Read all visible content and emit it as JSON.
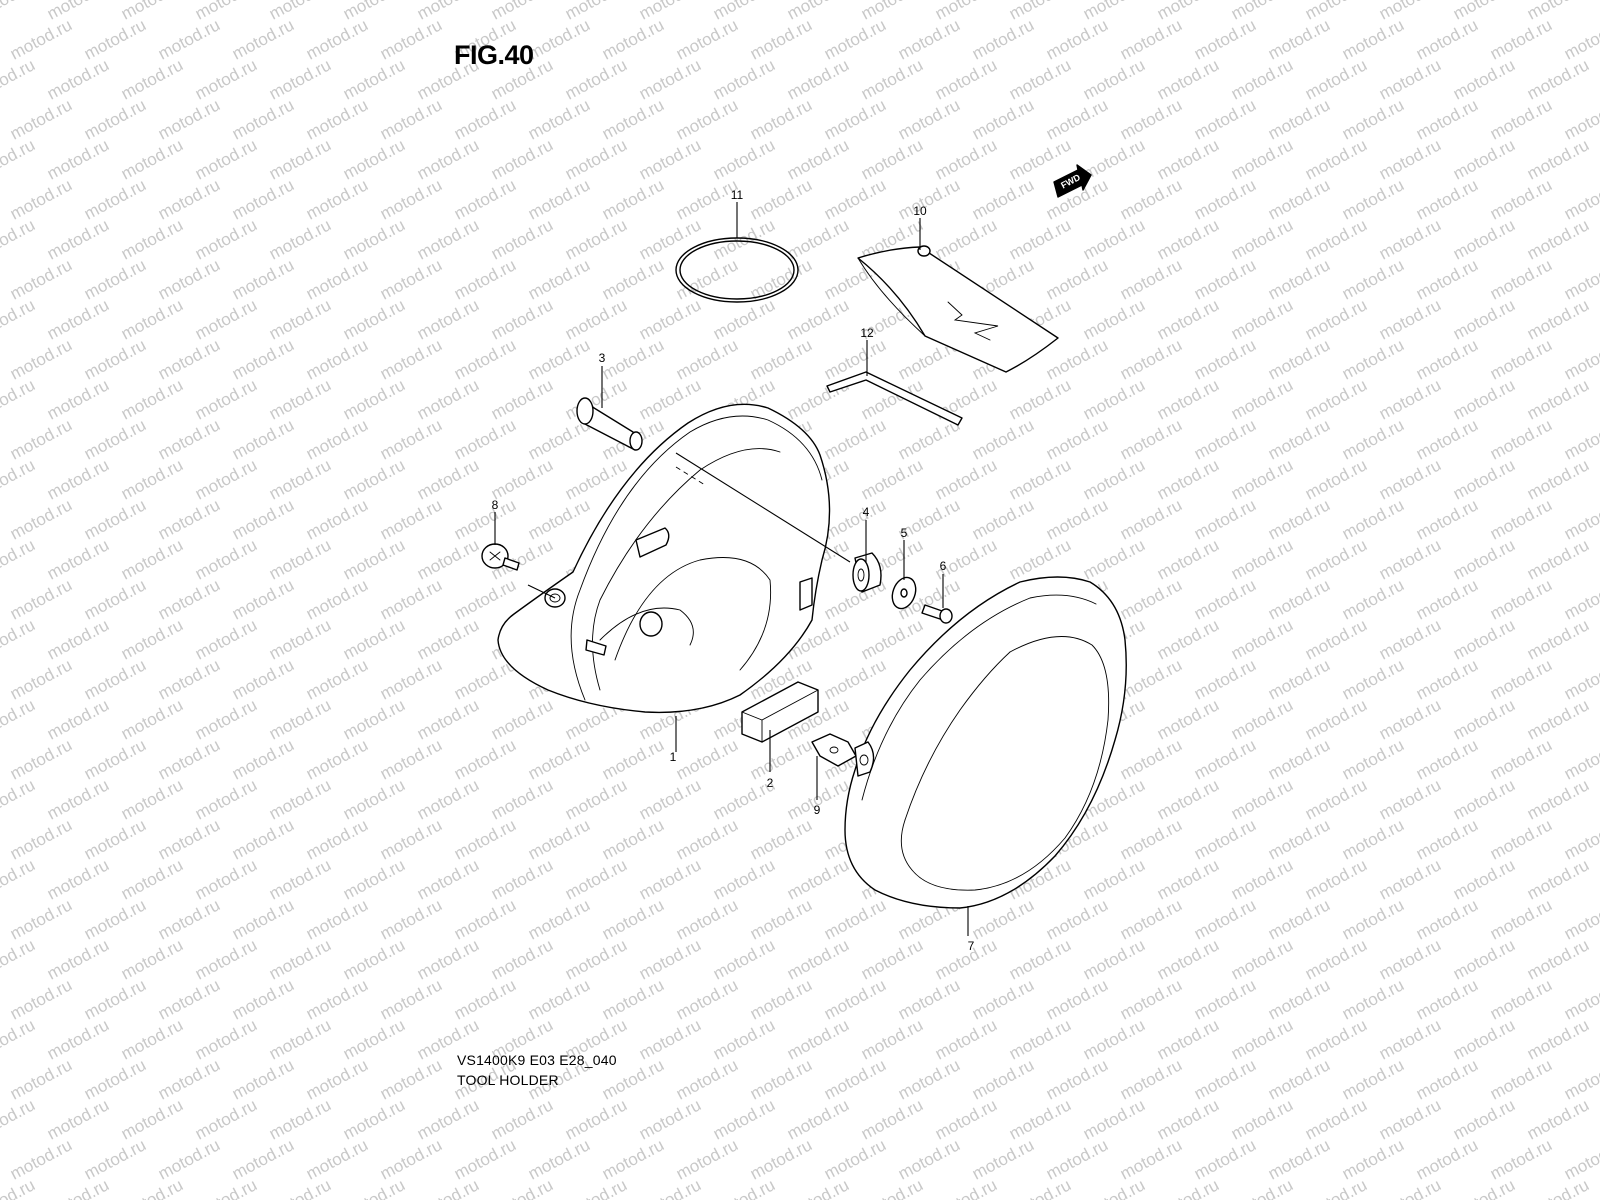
{
  "figure": {
    "title": "FIG.40",
    "model_code": "VS1400K9 E03 E28_040",
    "section_name": "TOOL HOLDER"
  },
  "watermark": {
    "text": "motod.ru"
  },
  "direction_marker": {
    "label": "FWD"
  },
  "callouts": [
    {
      "number": "1"
    },
    {
      "number": "2"
    },
    {
      "number": "3"
    },
    {
      "number": "4"
    },
    {
      "number": "5"
    },
    {
      "number": "6"
    },
    {
      "number": "7"
    },
    {
      "number": "8"
    },
    {
      "number": "9"
    },
    {
      "number": "10"
    },
    {
      "number": "11"
    },
    {
      "number": "12"
    }
  ],
  "colors": {
    "line": "#000000",
    "background": "#ffffff",
    "watermark": "#c8c8c8"
  }
}
